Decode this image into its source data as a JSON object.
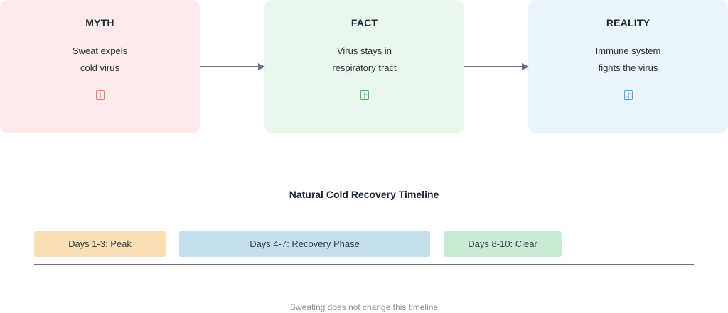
{
  "cards": [
    {
      "key": "myth",
      "title": "MYTH",
      "line1": "Sweat expels",
      "line2": "cold virus",
      "icon": "myth-glyph-icon",
      "color": "#fdebec"
    },
    {
      "key": "fact",
      "title": "FACT",
      "line1": "Virus stays in",
      "line2": "respiratory tract",
      "icon": "fact-glyph-icon",
      "color": "#e8f6ec"
    },
    {
      "key": "reality",
      "title": "REALITY",
      "line1": "Immune system",
      "line2": "fights the virus",
      "icon": "reality-glyph-icon",
      "color": "#eaf5f9"
    }
  ],
  "timeline": {
    "title": "Natural Cold Recovery Timeline",
    "phases": [
      {
        "label": "Days 1-3: Peak",
        "color": "#f8dfb4"
      },
      {
        "label": "Days 4-7: Recovery Phase",
        "color": "#c4e1eb"
      },
      {
        "label": "Days 8-10: Clear",
        "color": "#c9ead3"
      }
    ],
    "footnote": "Sweating does not change this timeline"
  },
  "arrow_color": "#6b7080"
}
